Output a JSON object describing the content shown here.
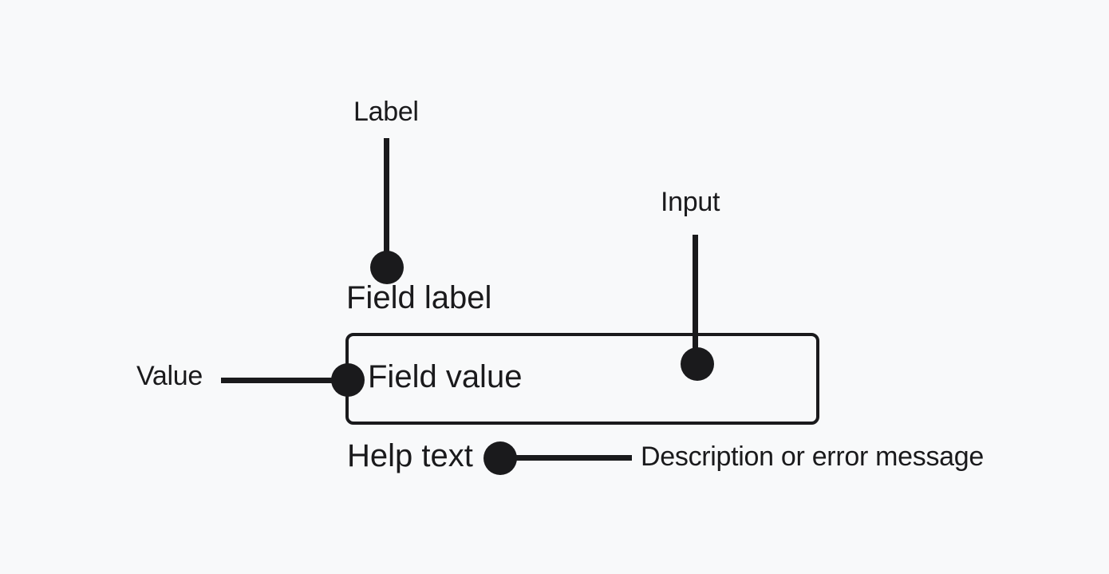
{
  "diagram": {
    "title": "text-field-anatomy",
    "colors": {
      "background": "#f8f9fa",
      "ink": "#1a1a1c"
    },
    "field": {
      "label": "Field label",
      "value": "Field value",
      "help_text": "Help text"
    },
    "annotations": {
      "label": "Label",
      "input": "Input",
      "value": "Value",
      "description": "Description or error message"
    }
  }
}
